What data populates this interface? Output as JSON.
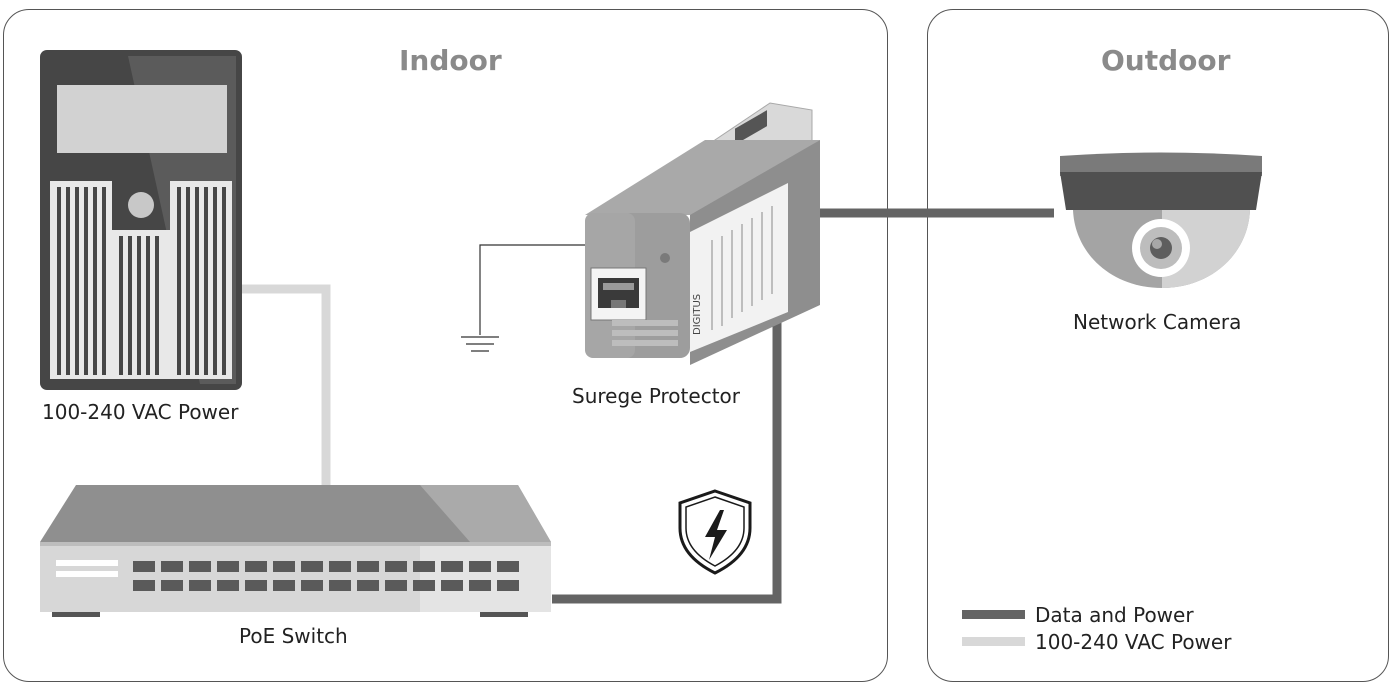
{
  "zones": {
    "indoor": "Indoor",
    "outdoor": "Outdoor"
  },
  "devices": {
    "power": "100-240 VAC Power",
    "switch": "PoE Switch",
    "protector": "Surege Protector",
    "camera": "Network Camera",
    "protector_brand": "DIGITUS"
  },
  "legend": {
    "data_power": "Data and Power",
    "ac_power": "100-240 VAC Power"
  },
  "colors": {
    "data_power_line": "#646464",
    "ac_power_line": "#d8d8d8",
    "panel_border": "#555555",
    "zone_title": "#8a8a8a"
  },
  "icons": {
    "ground": "ground-symbol-icon",
    "shield": "shield-lightning-icon"
  }
}
